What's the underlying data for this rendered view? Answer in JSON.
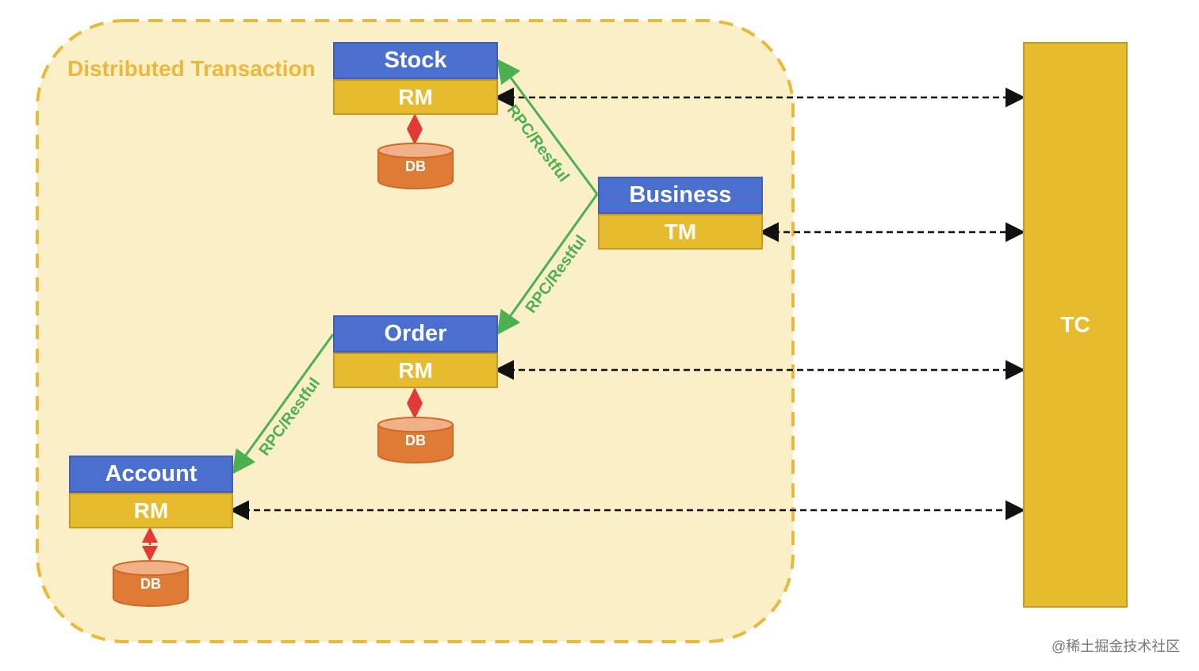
{
  "diagram": {
    "region_label": "Distributed Transaction",
    "stock": {
      "name": "Stock",
      "role": "RM"
    },
    "business": {
      "name": "Business",
      "role": "TM"
    },
    "order": {
      "name": "Order",
      "role": "RM"
    },
    "account": {
      "name": "Account",
      "role": "RM"
    },
    "db_label": "DB",
    "coordinator": "TC",
    "edge_label": "RPC/Restful",
    "colors": {
      "region_fill": "#fbefc8",
      "region_border": "#e8b93a",
      "service_blue": "#4a6fcf",
      "role_yellow": "#e7bb2e",
      "db_orange": "#e07b35",
      "rpc_green": "#4caf50",
      "db_link_red": "#e53935",
      "tc_link_black": "#111111"
    }
  },
  "watermark": "@稀土掘金技术社区"
}
